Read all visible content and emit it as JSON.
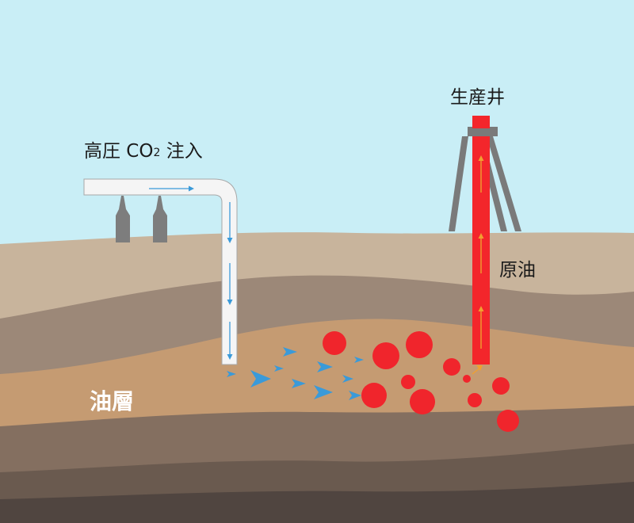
{
  "labels": {
    "injection_prefix": "高圧 CO",
    "injection_subscript": "2",
    "injection_suffix": " 注入",
    "production_well": "生産井",
    "crude_oil": "原油",
    "oil_layer": "油層"
  },
  "colors": {
    "sky": "#c9eef6",
    "ground_top": "#c8b49c",
    "layer_2": "#9c8878",
    "oil_layer": "#c59b72",
    "layer_4": "#846f60",
    "layer_5": "#6a5a4f",
    "bedrock": "#504540",
    "injection_pipe": "#f5f5f5",
    "injection_arrow": "#3a9ad9",
    "production_pipe": "#f3262b",
    "oil_drop": "#f0252c",
    "derrick": "#7a7a7a",
    "tank": "#7d7d7d",
    "oil_arrow": "#f0a030"
  }
}
